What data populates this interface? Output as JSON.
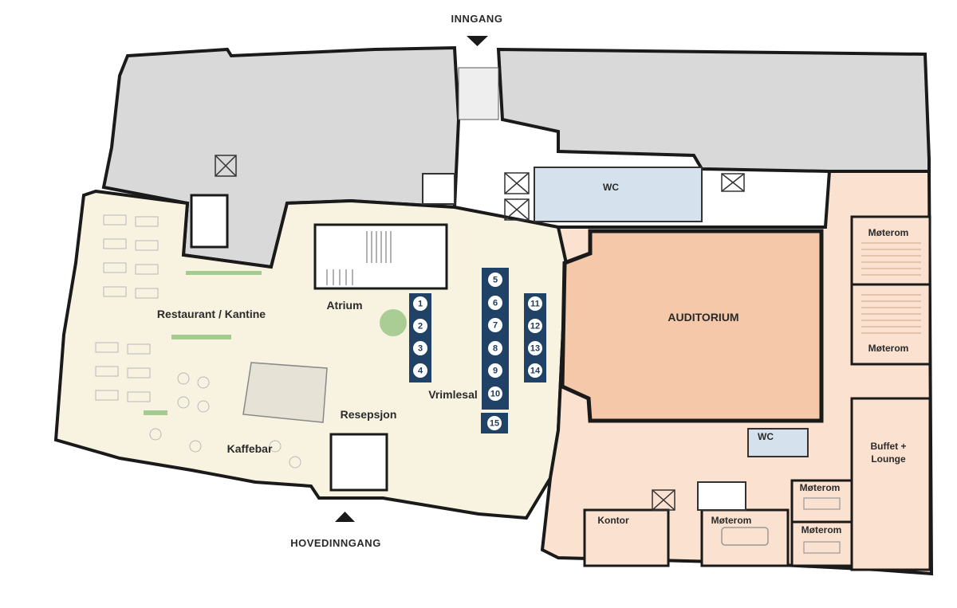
{
  "labels": {
    "inngang": "INNGANG",
    "hovedinngang": "HOVEDINNGANG",
    "restaurant": "Restaurant / Kantine",
    "atrium": "Atrium",
    "vrimlesal": "Vrimlesal",
    "resepsjon": "Resepsjon",
    "kaffebar": "Kaffebar",
    "auditorium": "AUDITORIUM",
    "wc_top": "WC",
    "wc_bottom": "WC",
    "moterom_right_top": "Møterom",
    "moterom_right_mid": "Møterom",
    "buffet_line1": "Buffet +",
    "buffet_line2": "Lounge",
    "moterom_bottom_left": "Møterom",
    "moterom_bottom_r1": "Møterom",
    "moterom_bottom_r2": "Møterom",
    "kontor": "Kontor"
  },
  "stands": [
    "1",
    "2",
    "3",
    "4",
    "5",
    "6",
    "7",
    "8",
    "9",
    "10",
    "11",
    "12",
    "13",
    "14",
    "15"
  ],
  "colors": {
    "service_gray": "#d9d9d9",
    "public_cream": "#f8f3e1",
    "auditorium_salmon": "#f4c8a8",
    "meeting_peach": "#fbe2d0",
    "wc_blue": "#d6e1ee",
    "stand_navy": "#1f4266",
    "walls": "#1a1a1a",
    "greenery": "#8fc07a"
  }
}
